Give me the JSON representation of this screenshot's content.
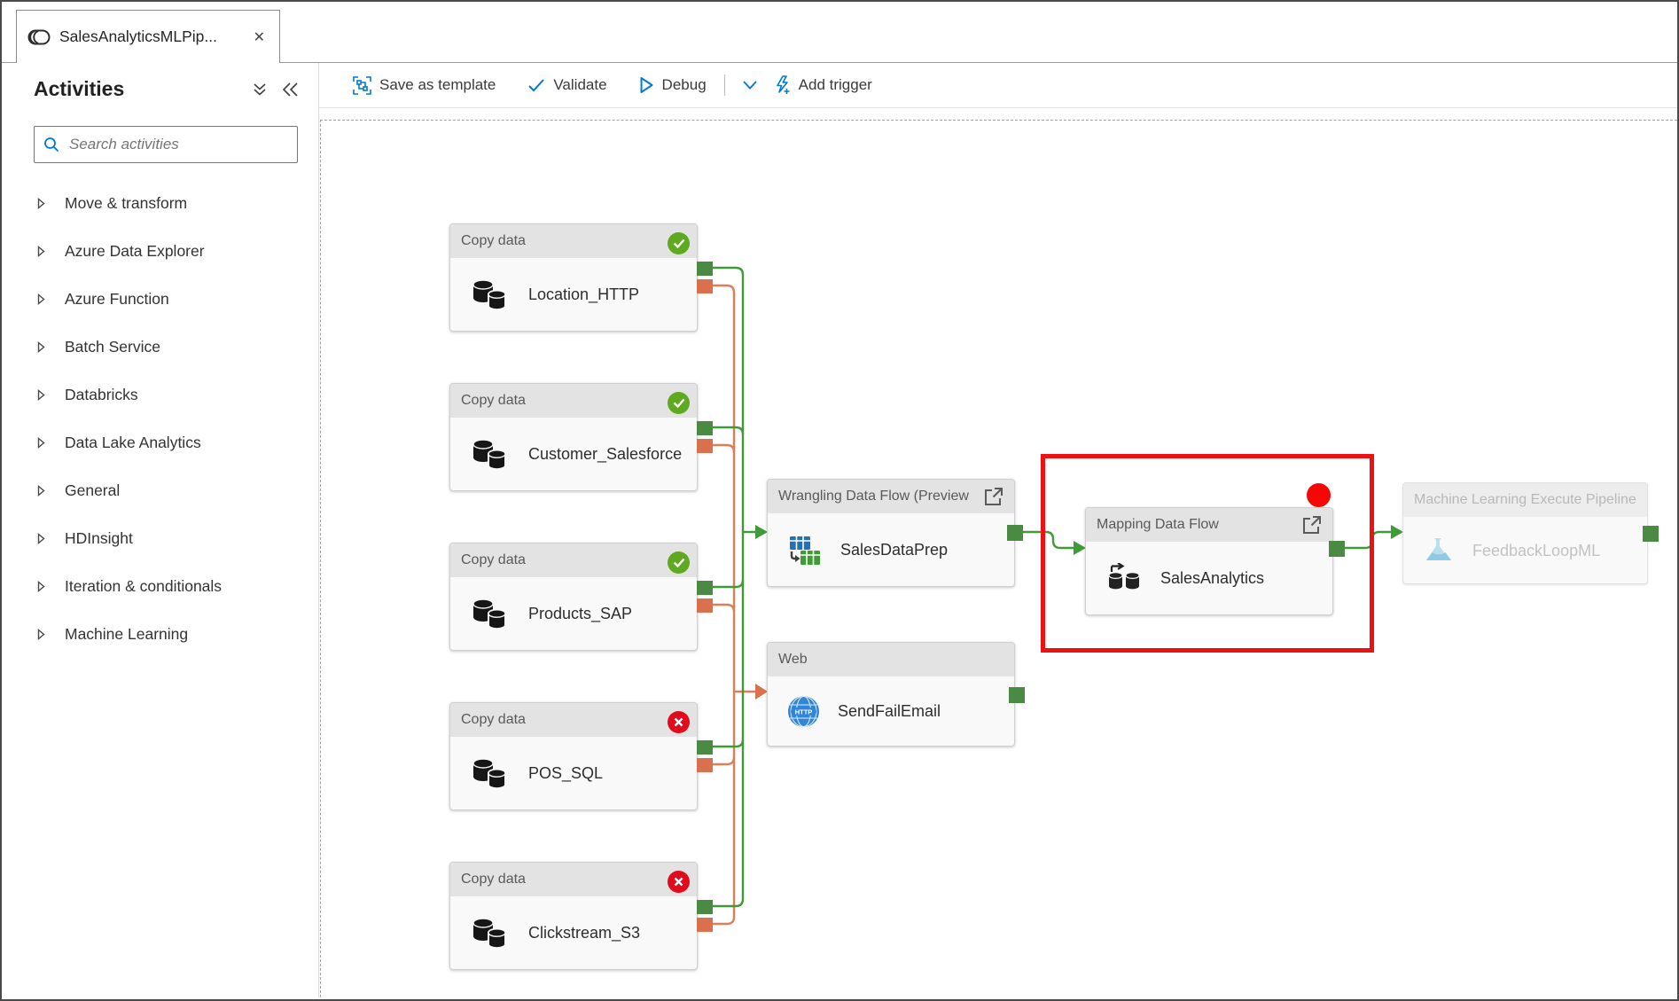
{
  "tab": {
    "title": "SalesAnalyticsMLPip...",
    "close_glyph": "✕"
  },
  "toolbar": {
    "save_as_template": "Save as template",
    "validate": "Validate",
    "debug": "Debug",
    "add_trigger": "Add trigger"
  },
  "sidebar": {
    "title": "Activities",
    "search_placeholder": "Search activities",
    "items": [
      "Move & transform",
      "Azure Data Explorer",
      "Azure Function",
      "Batch Service",
      "Databricks",
      "Data Lake Analytics",
      "General",
      "HDInsight",
      "Iteration & conditionals",
      "Machine Learning"
    ]
  },
  "canvas": {
    "nodes": [
      {
        "type": "Copy data",
        "name": "Location_HTTP",
        "status": "succeeded"
      },
      {
        "type": "Copy data",
        "name": "Customer_Salesforce",
        "status": "succeeded"
      },
      {
        "type": "Copy data",
        "name": "Products_SAP",
        "status": "succeeded"
      },
      {
        "type": "Copy data",
        "name": "POS_SQL",
        "status": "failed"
      },
      {
        "type": "Copy data",
        "name": "Clickstream_S3",
        "status": "failed"
      },
      {
        "type": "Wrangling Data Flow (Preview",
        "name": "SalesDataPrep",
        "status": "none"
      },
      {
        "type": "Web",
        "name": "SendFailEmail",
        "status": "none"
      },
      {
        "type": "Mapping Data Flow",
        "name": "SalesAnalytics",
        "status": "none"
      },
      {
        "type": "Machine Learning Execute Pipeline",
        "name": "FeedbackLoopML",
        "status": "disabled"
      }
    ],
    "web_icon_text": "HTTP",
    "colors": {
      "accent_blue": "#0078d4",
      "success_badge": "#5ea91f",
      "error_badge": "#e00b1c",
      "green_wire": "#3f9b38",
      "green_port": "#4b8a42",
      "orange_wire": "#de7e58",
      "orange_port": "#d9714e",
      "annotation_red": "#ec1212",
      "canvas_dash_blue": "#54b9ea"
    }
  }
}
